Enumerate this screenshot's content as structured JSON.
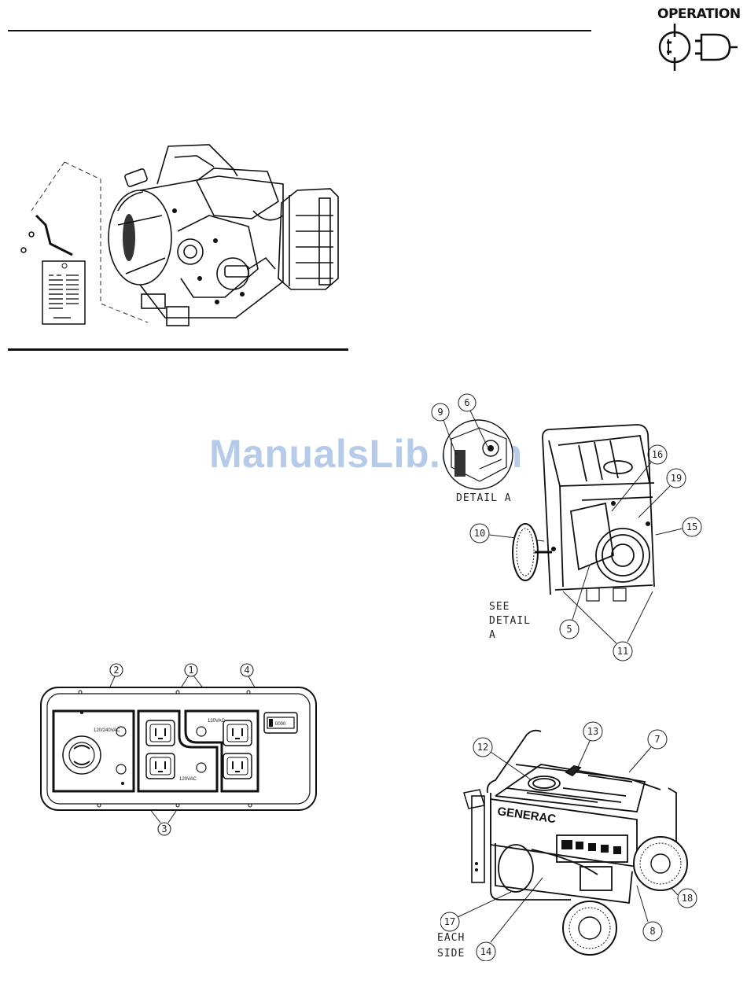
{
  "header": {
    "section_title": "OPERATION"
  },
  "watermark": {
    "text": "ManualsLib.com",
    "color": "#78a0d7"
  },
  "panel": {
    "callouts": [
      "2",
      "1",
      "4",
      "3"
    ],
    "labels": {
      "receptacle_240": "120/240VAC",
      "receptacle_120a": "120VAC",
      "receptacle_120b": "120VAC",
      "hour_meter": "0000"
    }
  },
  "generator_rear": {
    "callouts": [
      "9",
      "6",
      "16",
      "19",
      "10",
      "15",
      "5",
      "11"
    ],
    "detail_label": "DETAIL A",
    "see_detail": [
      "SEE",
      "DETAIL",
      "A"
    ]
  },
  "generator_front": {
    "callouts": [
      "13",
      "7",
      "12",
      "18",
      "17",
      "14",
      "8"
    ],
    "brand": "GENERAC",
    "each_side": [
      "EACH",
      "SIDE"
    ]
  }
}
